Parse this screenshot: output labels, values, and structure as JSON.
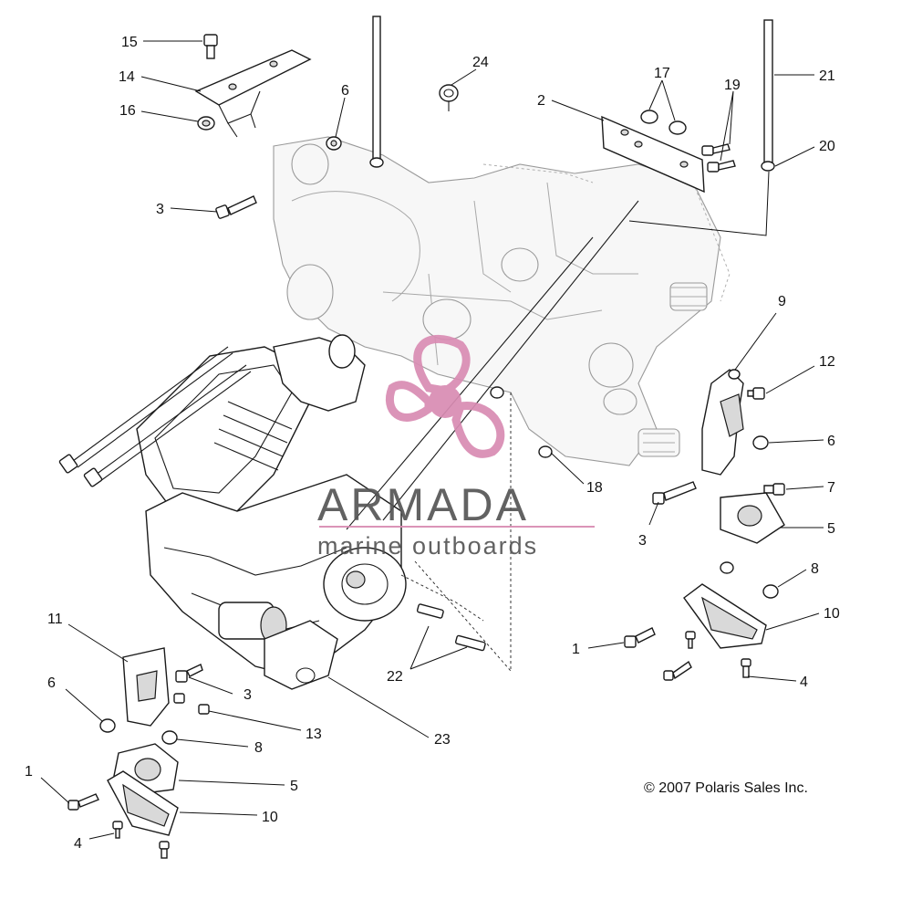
{
  "callouts": [
    {
      "id": "c15a",
      "label": "15"
    },
    {
      "id": "c14a",
      "label": "14"
    },
    {
      "id": "c16a",
      "label": "16"
    },
    {
      "id": "c6a",
      "label": "6"
    },
    {
      "id": "c24a",
      "label": "24"
    },
    {
      "id": "c2a",
      "label": "2"
    },
    {
      "id": "c17a",
      "label": "17"
    },
    {
      "id": "c19a",
      "label": "19"
    },
    {
      "id": "c21a",
      "label": "21"
    },
    {
      "id": "c20a",
      "label": "20"
    },
    {
      "id": "c3a",
      "label": "3"
    },
    {
      "id": "c9a",
      "label": "9"
    },
    {
      "id": "c12a",
      "label": "12"
    },
    {
      "id": "c6b",
      "label": "6"
    },
    {
      "id": "c18a",
      "label": "18"
    },
    {
      "id": "c7a",
      "label": "7"
    },
    {
      "id": "c3b",
      "label": "3"
    },
    {
      "id": "c5a",
      "label": "5"
    },
    {
      "id": "c8a",
      "label": "8"
    },
    {
      "id": "c10a",
      "label": "10"
    },
    {
      "id": "c1a",
      "label": "1"
    },
    {
      "id": "c4a",
      "label": "4"
    },
    {
      "id": "c11a",
      "label": "11"
    },
    {
      "id": "c6c",
      "label": "6"
    },
    {
      "id": "c3c",
      "label": "3"
    },
    {
      "id": "c22a",
      "label": "22"
    },
    {
      "id": "c13a",
      "label": "13"
    },
    {
      "id": "c23a",
      "label": "23"
    },
    {
      "id": "c8b",
      "label": "8"
    },
    {
      "id": "c1b",
      "label": "1"
    },
    {
      "id": "c5b",
      "label": "5"
    },
    {
      "id": "c10b",
      "label": "10"
    },
    {
      "id": "c4b",
      "label": "4"
    }
  ],
  "copyright": "© 2007 Polaris Sales Inc.",
  "watermark": {
    "brand": "ARMADA",
    "tagline": "marine outboards",
    "color": "#d98cb3"
  }
}
